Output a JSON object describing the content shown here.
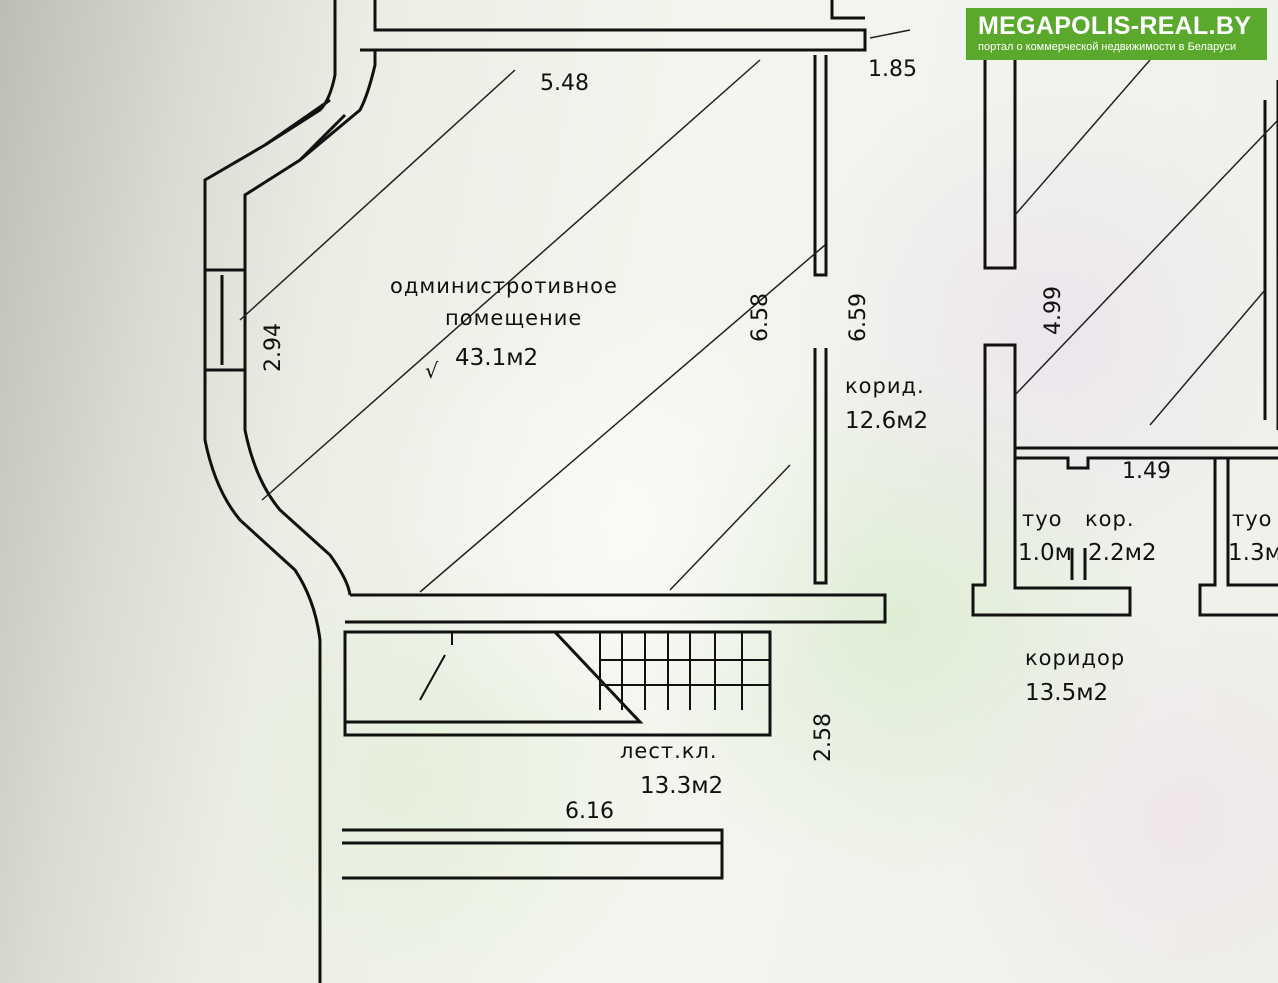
{
  "watermark": {
    "title": "MEGAPOLIS-REAL.BY",
    "subtitle": "портал о коммерческой недвижимости в Беларуси",
    "color": "#5aa82c"
  },
  "rooms": {
    "admin_line1": "одминистротивное",
    "admin_line2": "помещение",
    "admin_area": "43.1м2",
    "corridor_small": "корид.",
    "corridor_small_area": "12.6м2",
    "corridor_big": "коридор",
    "corridor_big_area": "13.5м2",
    "stairs": "лест.кл.",
    "stairs_area": "13.3м2",
    "wc1": "туо",
    "wc1_area": "1.0м",
    "corridor_mini": "кор.",
    "corridor_mini_area": "2.2м2",
    "wc2": "туо",
    "wc2_area": "1.3м"
  },
  "dimensions": {
    "d548": "5.48",
    "d185": "1.85",
    "d294": "2.94",
    "d658": "6.58",
    "d659": "6.59",
    "d499": "4.99",
    "d149": "1.49",
    "d258": "2.58",
    "d616": "6.16"
  }
}
